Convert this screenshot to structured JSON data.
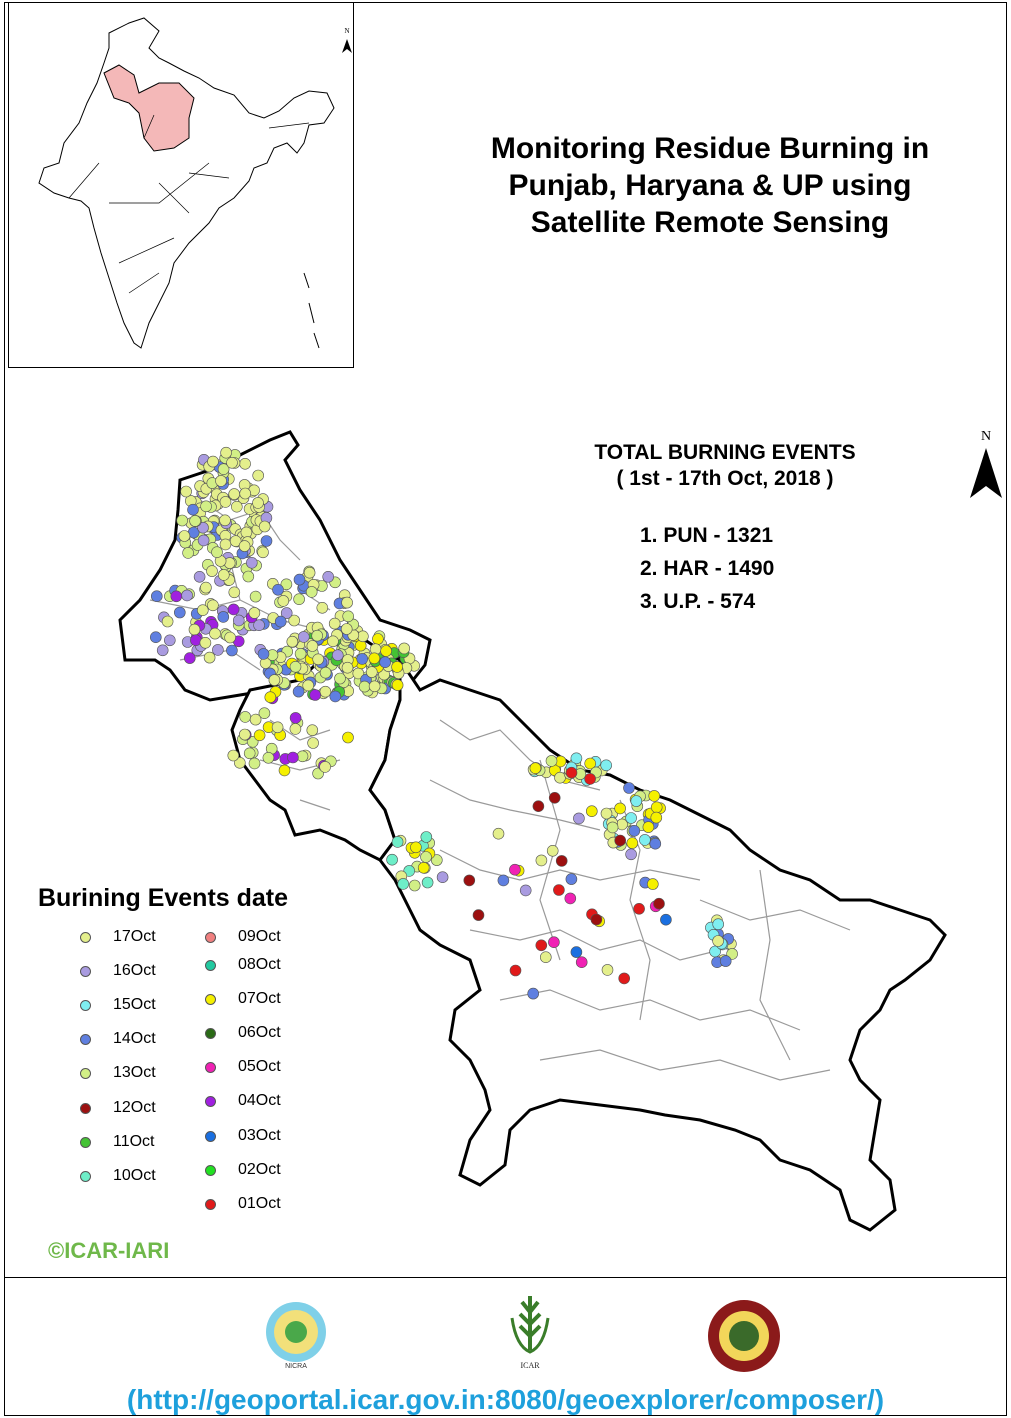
{
  "title": {
    "line1": "Monitoring Residue Burning in",
    "line2": "Punjab, Haryana & UP using",
    "line3": "Satellite Remote Sensing"
  },
  "stats": {
    "heading": "TOTAL BURNING EVENTS",
    "period": "( 1st - 17th Oct, 2018 )",
    "rows": [
      {
        "label": "1. PUN",
        "value": "- 1321"
      },
      {
        "label": "2. HAR",
        "value": "- 1490"
      },
      {
        "label": "3. U.P.",
        "value": "- 574"
      }
    ]
  },
  "north_label": "N",
  "inset_north_label": "N",
  "legend": {
    "title": "Burining Events date",
    "items": [
      {
        "label": "17Oct",
        "color": "#e4ef8c"
      },
      {
        "label": "16Oct",
        "color": "#a99be0"
      },
      {
        "label": "15Oct",
        "color": "#7feef0"
      },
      {
        "label": "14Oct",
        "color": "#5f7fe0"
      },
      {
        "label": "13Oct",
        "color": "#d2ef86"
      },
      {
        "label": "12Oct",
        "color": "#9c1010"
      },
      {
        "label": "11Oct",
        "color": "#44c234"
      },
      {
        "label": "10Oct",
        "color": "#6eeec8"
      },
      {
        "label": "09Oct",
        "color": "#f08080"
      },
      {
        "label": "08Oct",
        "color": "#22c9a0"
      },
      {
        "label": "07Oct",
        "color": "#f5f000"
      },
      {
        "label": "06Oct",
        "color": "#2a6a16"
      },
      {
        "label": "05Oct",
        "color": "#f022b4"
      },
      {
        "label": "04Oct",
        "color": "#a020e0"
      },
      {
        "label": "03Oct",
        "color": "#1a6fe0"
      },
      {
        "label": "02Oct",
        "color": "#22e022"
      },
      {
        "label": "01Oct",
        "color": "#e01a1a"
      }
    ]
  },
  "copyright": "©ICAR-IARI",
  "logos": [
    {
      "name": "nicra",
      "caption": "NICRA"
    },
    {
      "name": "icar",
      "caption": "ICAR"
    },
    {
      "name": "iari",
      "caption": ""
    }
  ],
  "url": "(http://geoportal.icar.gov.in:8080/geoexplorer/composer/)",
  "colors": {
    "highlight_states": "#f4b8b8",
    "url_color": "#1ea0dc",
    "copyright_color": "#6fb84a"
  }
}
